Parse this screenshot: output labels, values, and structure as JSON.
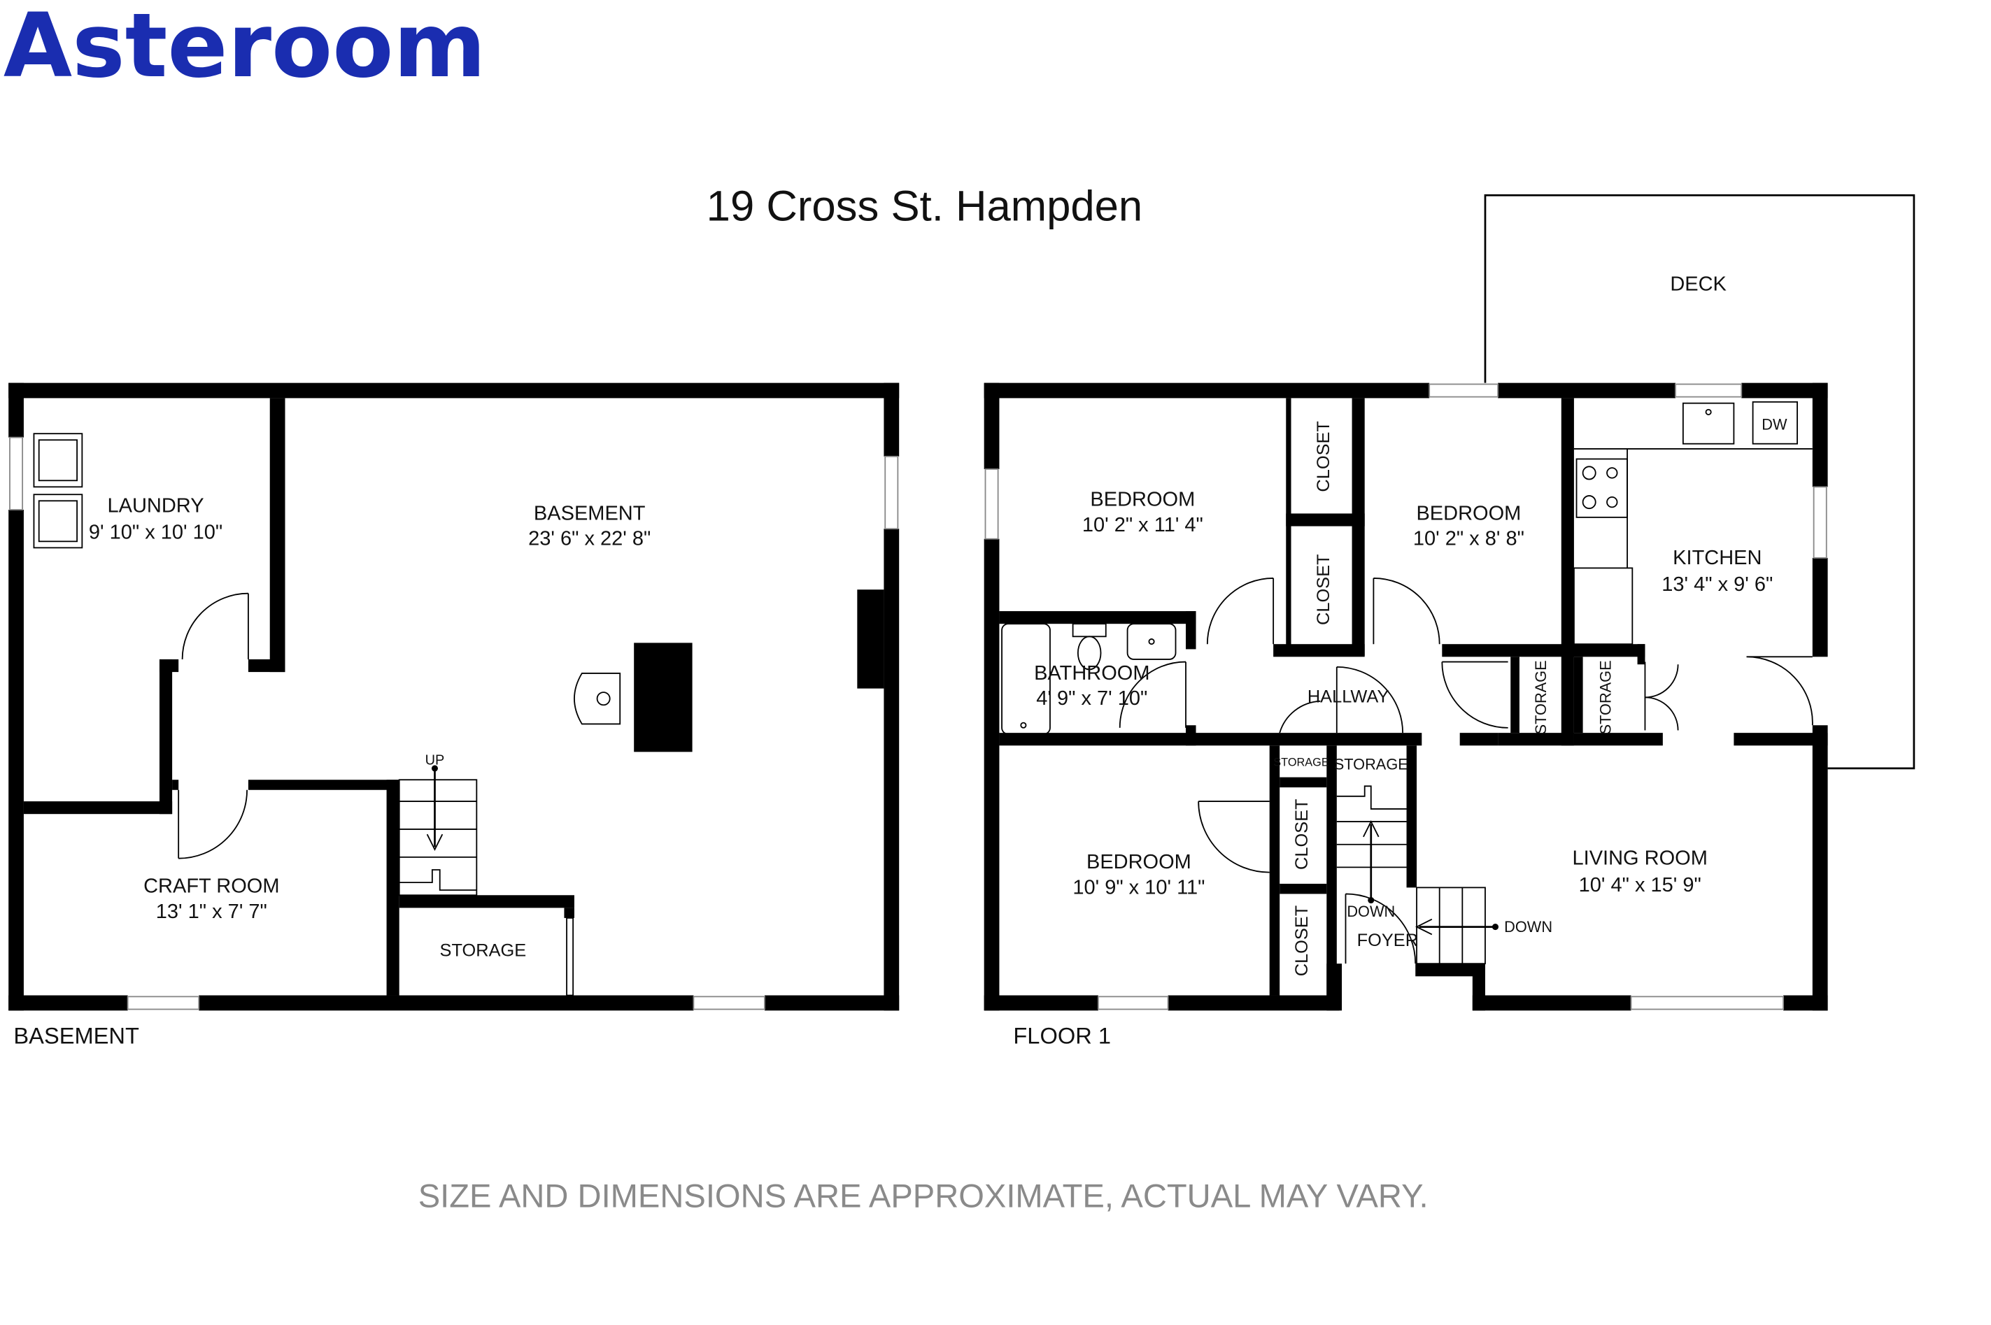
{
  "logo": {
    "text": "Asteroom",
    "color": "#1a2db0"
  },
  "title": "19 Cross St. Hampden",
  "disclaimer": "SIZE AND DIMENSIONS ARE APPROXIMATE, ACTUAL MAY VARY.",
  "basement": {
    "floor_label": "BASEMENT",
    "rooms": {
      "laundry": {
        "name": "LAUNDRY",
        "dims": "9' 10\" x 10' 10\""
      },
      "basement": {
        "name": "BASEMENT",
        "dims": "23' 6\" x 22' 8\""
      },
      "craft": {
        "name": "CRAFT ROOM",
        "dims": "13' 1\" x 7' 7\""
      },
      "storage": {
        "name": "STORAGE"
      }
    },
    "stairs_label": "UP"
  },
  "floor1": {
    "floor_label": "FLOOR 1",
    "deck": "DECK",
    "rooms": {
      "bedroom1": {
        "name": "BEDROOM",
        "dims": "10' 2\" x 11' 4\""
      },
      "bedroom2": {
        "name": "BEDROOM",
        "dims": "10' 2\" x 8' 8\""
      },
      "kitchen": {
        "name": "KITCHEN",
        "dims": "13' 4\" x 9' 6\""
      },
      "bathroom": {
        "name": "BATHROOM",
        "dims": "4' 9\" x 7' 10\""
      },
      "hallway": {
        "name": "HALLWAY"
      },
      "bedroom3": {
        "name": "BEDROOM",
        "dims": "10' 9\" x 10' 11\""
      },
      "living": {
        "name": "LIVING ROOM",
        "dims": "10' 4\" x 15' 9\""
      },
      "foyer": {
        "name": "FOYER"
      }
    },
    "closet": "CLOSET",
    "storage": "STORAGE",
    "dw": "DW",
    "down": "DOWN"
  }
}
